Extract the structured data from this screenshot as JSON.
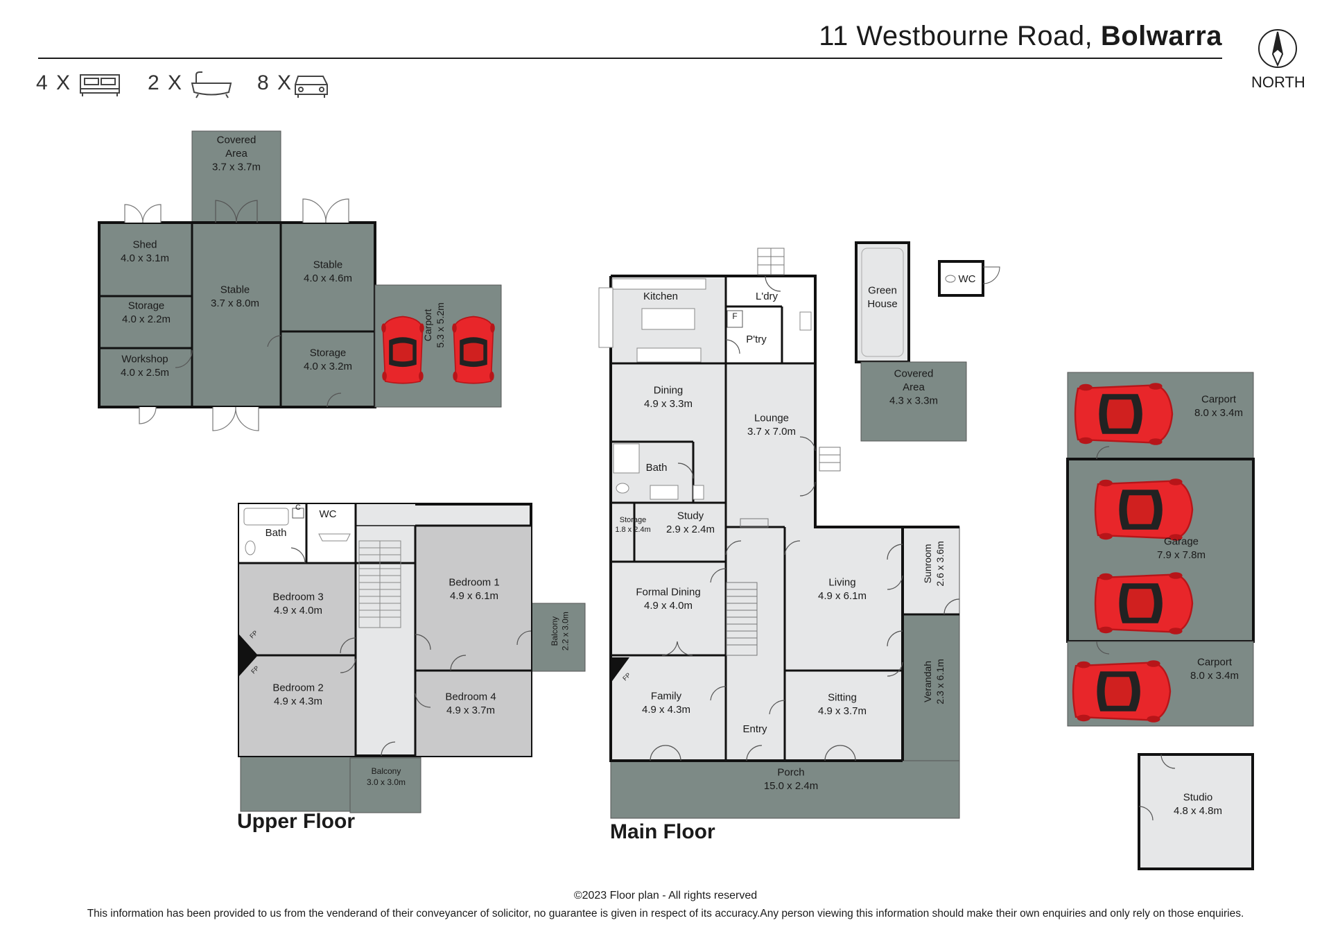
{
  "header": {
    "address_street": "11 Westbourne Road,",
    "address_suburb": "Bolwarra",
    "beds": "4 X",
    "baths": "2 X",
    "cars": "8 X",
    "north": "NORTH"
  },
  "floors": {
    "upper": "Upper Floor",
    "main": "Main Floor"
  },
  "rooms": {
    "covered_area_1": {
      "name": "Covered\nArea",
      "size": "3.7 x 3.7m"
    },
    "shed": {
      "name": "Shed",
      "size": "4.0 x 3.1m"
    },
    "storage_1": {
      "name": "Storage",
      "size": "4.0 x 2.2m"
    },
    "workshop": {
      "name": "Workshop",
      "size": "4.0 x 2.5m"
    },
    "stable_1": {
      "name": "Stable",
      "size": "3.7 x 8.0m"
    },
    "stable_2": {
      "name": "Stable",
      "size": "4.0 x 4.6m"
    },
    "storage_2": {
      "name": "Storage",
      "size": "4.0 x 3.2m"
    },
    "carport_1": {
      "name": "Carport",
      "size": "5.3 x 5.2m"
    },
    "kitchen": {
      "name": "Kitchen",
      "size": ""
    },
    "laundry": {
      "name": "L'dry",
      "size": ""
    },
    "pantry": {
      "name": "P'try",
      "size": ""
    },
    "fridge": {
      "name": "F",
      "size": ""
    },
    "dining": {
      "name": "Dining",
      "size": "4.9 x 3.3m"
    },
    "lounge": {
      "name": "Lounge",
      "size": "3.7 x 7.0m"
    },
    "bath_main": {
      "name": "Bath",
      "size": ""
    },
    "storage_3": {
      "name": "Storage",
      "size": "1.8 x 2.4m"
    },
    "study": {
      "name": "Study",
      "size": "2.9 x 2.4m"
    },
    "formal_dining": {
      "name": "Formal Dining",
      "size": "4.9 x 4.0m"
    },
    "family": {
      "name": "Family",
      "size": "4.9 x 4.3m"
    },
    "entry": {
      "name": "Entry",
      "size": ""
    },
    "living": {
      "name": "Living",
      "size": "4.9 x 6.1m"
    },
    "sitting": {
      "name": "Sitting",
      "size": "4.9 x 3.7m"
    },
    "sunroom": {
      "name": "Sunroom",
      "size": "2.6 x 3.6m"
    },
    "verandah": {
      "name": "Verandah",
      "size": "2.3 x 6.1m"
    },
    "porch": {
      "name": "Porch",
      "size": "15.0 x 2.4m"
    },
    "green_house": {
      "name": "Green\nHouse",
      "size": ""
    },
    "wc_outside": {
      "name": "WC",
      "size": ""
    },
    "covered_area_2": {
      "name": "Covered\nArea",
      "size": "4.3 x 3.3m"
    },
    "carport_2": {
      "name": "Carport",
      "size": "8.0 x 3.4m"
    },
    "garage": {
      "name": "Garage",
      "size": "7.9 x 7.8m"
    },
    "carport_3": {
      "name": "Carport",
      "size": "8.0 x 3.4m"
    },
    "studio": {
      "name": "Studio",
      "size": "4.8 x 4.8m"
    },
    "bath_upper": {
      "name": "Bath",
      "size": ""
    },
    "cupboard": {
      "name": "C",
      "size": ""
    },
    "wc_upper": {
      "name": "WC",
      "size": ""
    },
    "bedroom3": {
      "name": "Bedroom 3",
      "size": "4.9 x 4.0m"
    },
    "bedroom2": {
      "name": "Bedroom 2",
      "size": "4.9 x 4.3m"
    },
    "bedroom1": {
      "name": "Bedroom 1",
      "size": "4.9 x 6.1m"
    },
    "bedroom4": {
      "name": "Bedroom 4",
      "size": "4.9 x 3.7m"
    },
    "balcony_side": {
      "name": "Balcony",
      "size": "2.2 x 3.0m"
    },
    "balcony_front": {
      "name": "Balcony",
      "size": "3.0 x 3.0m"
    },
    "fp1": {
      "name": "FP",
      "size": ""
    },
    "fp2": {
      "name": "FP",
      "size": ""
    },
    "fp3": {
      "name": "FP",
      "size": ""
    }
  },
  "colors": {
    "dark_room": "#7d8a86",
    "light_room": "#e6e7e8",
    "mid_room": "#c9c9ca",
    "wall": "#111111",
    "car": "#e8262a"
  },
  "footer": {
    "copyright": "©2023 Floor plan  - All rights reserved",
    "disclaimer": "This information has been provided to us from the venderand of their conveyancer of solicitor, no guarantee is given in respect of its accuracy.Any person viewing this information should make their own enquiries and only rely on those enquiries."
  }
}
